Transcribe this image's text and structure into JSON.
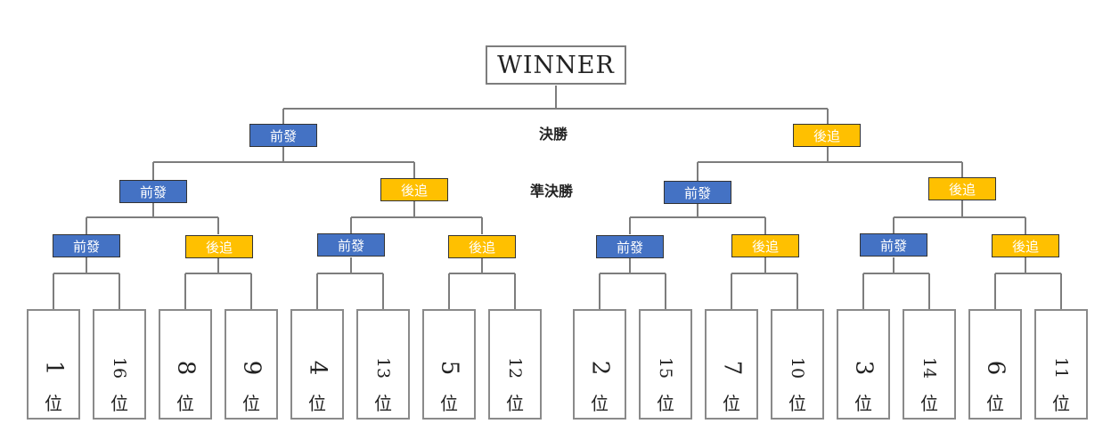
{
  "winner_label": "WINNER",
  "stage_labels": {
    "final": "決勝",
    "semifinal": "準決勝"
  },
  "colors": {
    "front": "#4472c4",
    "back": "#ffc000",
    "line": "#7d7d7d"
  },
  "final_tags": {
    "left": "前發",
    "right": "後追"
  },
  "semi_tags": [
    "前發",
    "後追",
    "前發",
    "後追"
  ],
  "quarter_tags": [
    "前發",
    "後追",
    "前發",
    "後追",
    "前發",
    "後追",
    "前發",
    "後追"
  ],
  "seeds": [
    {
      "num": "1",
      "suffix": "位"
    },
    {
      "num": "16",
      "suffix": "位"
    },
    {
      "num": "8",
      "suffix": "位"
    },
    {
      "num": "9",
      "suffix": "位"
    },
    {
      "num": "4",
      "suffix": "位"
    },
    {
      "num": "13",
      "suffix": "位"
    },
    {
      "num": "5",
      "suffix": "位"
    },
    {
      "num": "12",
      "suffix": "位"
    },
    {
      "num": "2",
      "suffix": "位"
    },
    {
      "num": "15",
      "suffix": "位"
    },
    {
      "num": "7",
      "suffix": "位"
    },
    {
      "num": "10",
      "suffix": "位"
    },
    {
      "num": "3",
      "suffix": "位"
    },
    {
      "num": "14",
      "suffix": "位"
    },
    {
      "num": "6",
      "suffix": "位"
    },
    {
      "num": "11",
      "suffix": "位"
    }
  ]
}
